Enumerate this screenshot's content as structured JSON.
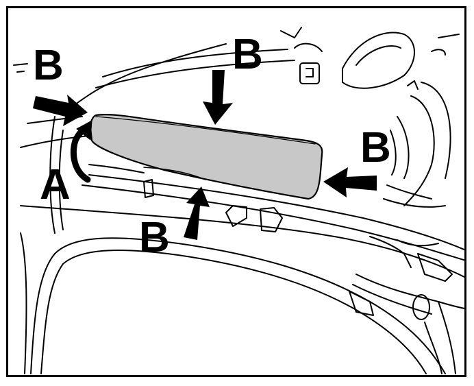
{
  "callouts": {
    "b_left": "B",
    "b_top": "B",
    "b_right": "B",
    "b_bottom": "B",
    "a": "A"
  },
  "colors": {
    "line": "#000000",
    "cover_fill": "#c8c8c8",
    "background": "#ffffff"
  }
}
